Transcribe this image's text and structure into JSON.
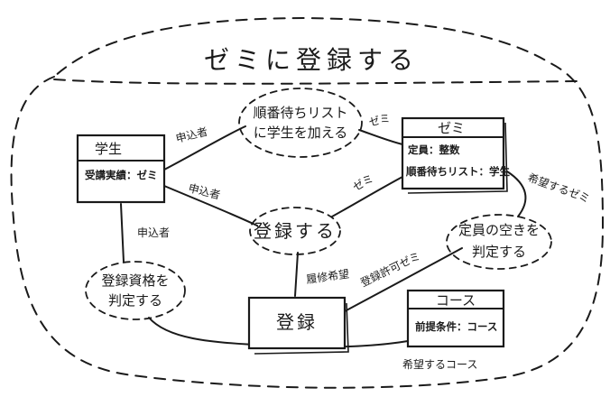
{
  "title": "ゼミに登録する",
  "classes": {
    "student": {
      "name": "学生",
      "attribute": "受講実績：ゼミ"
    },
    "seminar": {
      "name": "ゼミ",
      "attributes": [
        "定員：整数",
        "順番待ちリスト：学生"
      ]
    },
    "course": {
      "name": "コース",
      "attribute": "前提条件：コース"
    },
    "enrollment": {
      "name": "登録"
    }
  },
  "use_cases": {
    "waitlist": {
      "line1": "順番待ちリスト",
      "line2": "に学生を加える"
    },
    "register": {
      "line1": "登録する"
    },
    "eligibility": {
      "line1": "登録資格を",
      "line2": "判定する"
    },
    "vacancy": {
      "line1": "定員の空きを",
      "line2": "判定する"
    }
  },
  "labels": {
    "student_waitlist": "申込者",
    "student_register": "申込者",
    "student_eligibility": "申込者",
    "waitlist_seminar": "ゼミ",
    "register_seminar": "ゼミ",
    "seminar_desired": "希望するゼミ",
    "register_enrollment": "履修希望",
    "enrollment_vacancy": "登録許可ゼミ",
    "course_desired": "希望するコース"
  }
}
